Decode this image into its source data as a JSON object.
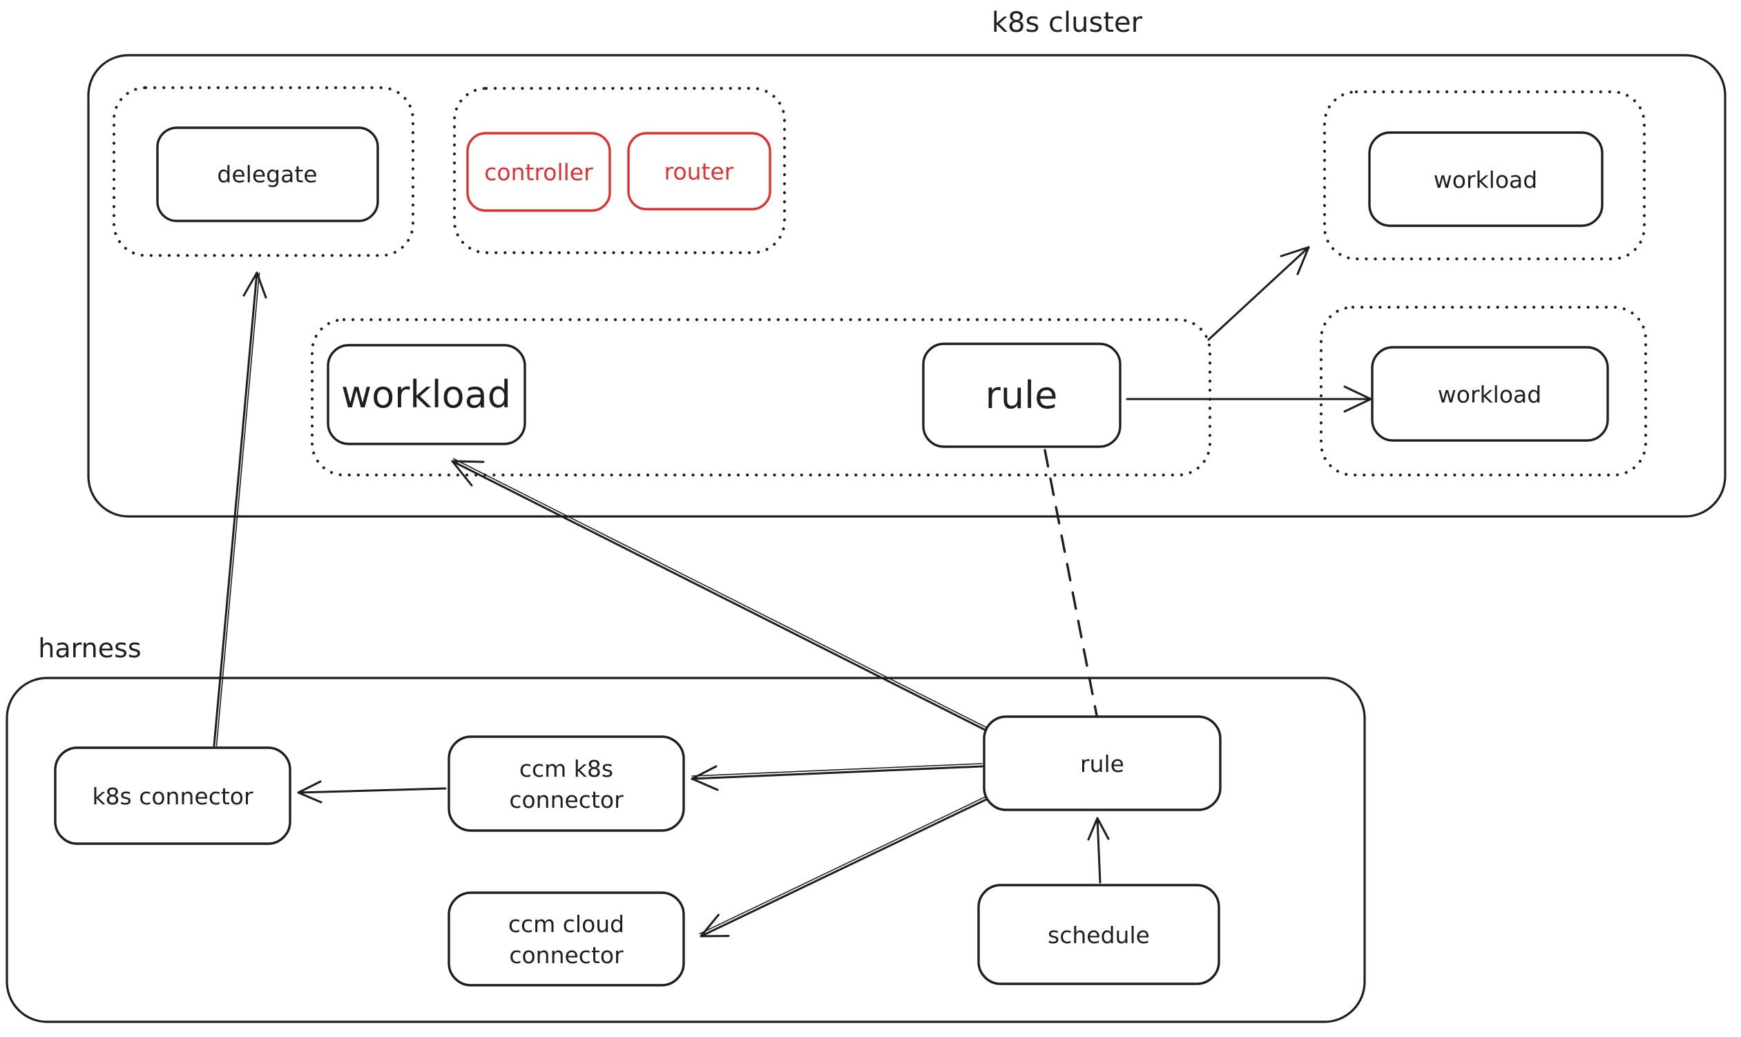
{
  "titles": {
    "k8s_cluster": "k8s cluster",
    "harness": "harness"
  },
  "nodes": {
    "delegate": "delegate",
    "controller": "controller",
    "router": "router",
    "workload_top": "workload",
    "workload_main": "workload",
    "workload_right": "workload",
    "rule_cluster": "rule",
    "k8s_connector": "k8s connector",
    "ccm_k8s_line1": "ccm k8s",
    "ccm_k8s_line2": "connector",
    "ccm_cloud_line1": "ccm cloud",
    "ccm_cloud_line2": "connector",
    "rule_harness": "rule",
    "schedule": "schedule"
  },
  "colors": {
    "ink": "#1e1e1e",
    "accent_red": "#e03131",
    "background": "#ffffff"
  },
  "edges": [
    {
      "from": "k8s connector",
      "to": "delegate group",
      "type": "arrow",
      "line": "solid"
    },
    {
      "from": "rule (harness)",
      "to": "workload (k8s cluster)",
      "type": "arrow",
      "line": "solid"
    },
    {
      "from": "rule (harness)",
      "to": "ccm k8s connector",
      "type": "arrow",
      "line": "solid"
    },
    {
      "from": "rule (harness)",
      "to": "ccm cloud connector",
      "type": "arrow",
      "line": "solid"
    },
    {
      "from": "ccm k8s connector",
      "to": "k8s connector",
      "type": "arrow",
      "line": "solid"
    },
    {
      "from": "schedule",
      "to": "rule (harness)",
      "type": "arrow",
      "line": "solid"
    },
    {
      "from": "rule (k8s cluster)",
      "to": "workload (right)",
      "type": "arrow",
      "line": "solid"
    },
    {
      "from": "workload/rule group",
      "to": "workload group (top right)",
      "type": "arrow",
      "line": "solid"
    },
    {
      "from": "rule (k8s cluster)",
      "to": "rule (harness)",
      "type": "connector",
      "line": "dashed"
    }
  ]
}
